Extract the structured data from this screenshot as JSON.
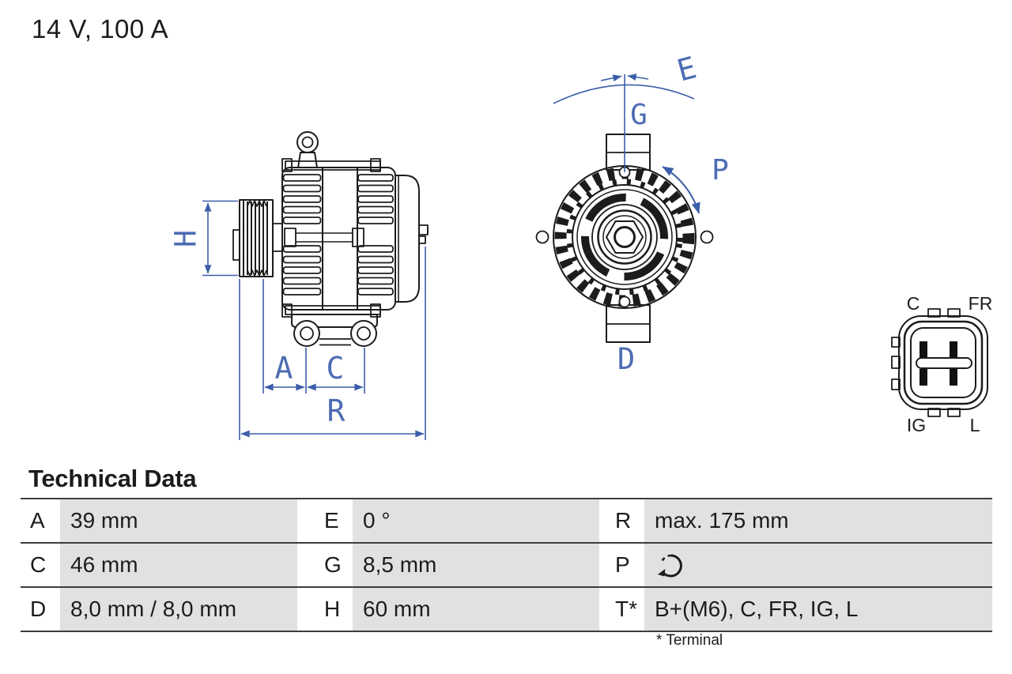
{
  "header": {
    "title": "14 V, 100 A"
  },
  "diagram": {
    "dimension_labels": {
      "H": "H",
      "A": "A",
      "C": "C",
      "R": "R",
      "E": "E",
      "G": "G",
      "P": "P",
      "D": "D"
    },
    "connector_labels": {
      "top_left": "C",
      "top_right": "FR",
      "bottom_left": "IG",
      "bottom_right": "L"
    },
    "icons": {
      "side_view": "alternator-side-view",
      "front_view": "alternator-front-view",
      "connector": "connector-4pin-plug",
      "rotation": "rotation-direction-clockwise-icon"
    }
  },
  "technical_data": {
    "title": "Technical Data",
    "footnote": "* Terminal",
    "rows": [
      [
        {
          "key": "A",
          "value": "39 mm"
        },
        {
          "key": "E",
          "value": "0 °"
        },
        {
          "key": "R",
          "value": "max. 175 mm"
        }
      ],
      [
        {
          "key": "C",
          "value": "46 mm"
        },
        {
          "key": "G",
          "value": "8,5 mm"
        },
        {
          "key": "P",
          "value": "",
          "icon": "rotation-direction-clockwise-icon"
        }
      ],
      [
        {
          "key": "D",
          "value": "8,0 mm / 8,0 mm"
        },
        {
          "key": "H",
          "value": "60 mm"
        },
        {
          "key": "T*",
          "value": "B+(M6), C, FR, IG, L"
        }
      ]
    ]
  },
  "colors": {
    "line_black": "#1c1c1c",
    "dimension_blue": "#3c5ea9",
    "label_blue": "#4d6cb3",
    "cell_gray": "#e1e1e1",
    "border_gray": "#3d3d3d"
  }
}
